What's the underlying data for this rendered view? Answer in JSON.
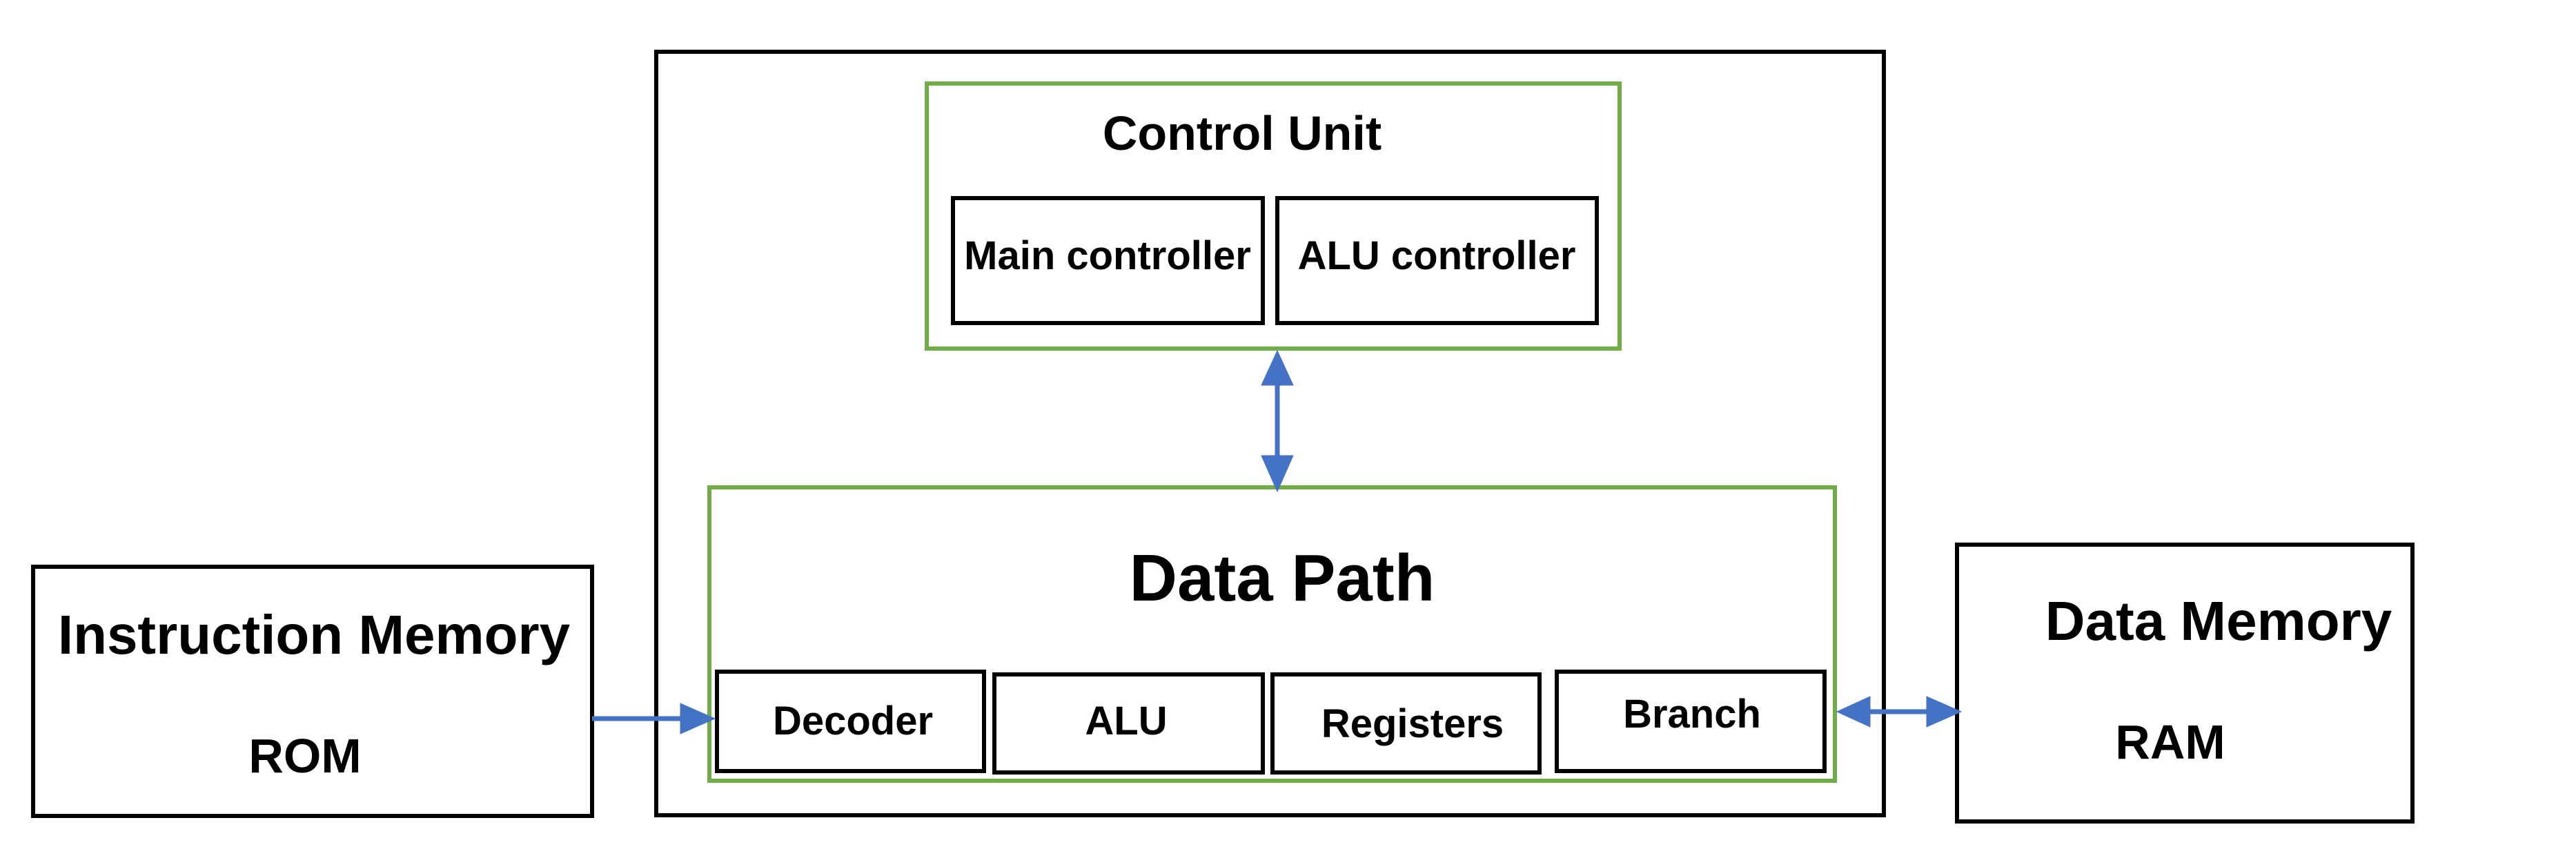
{
  "colors": {
    "outline": "#000000",
    "module_border": "#70ad47",
    "arrow": "#4472c4"
  },
  "instruction_memory": {
    "title": "Instruction Memory",
    "type": "ROM"
  },
  "data_memory": {
    "title": "Data Memory",
    "type": "RAM"
  },
  "control_unit": {
    "title": "Control Unit",
    "blocks": [
      "Main controller",
      "ALU controller"
    ]
  },
  "data_path": {
    "title": "Data Path",
    "blocks": [
      "Decoder",
      "ALU",
      "Registers",
      "Branch"
    ]
  }
}
